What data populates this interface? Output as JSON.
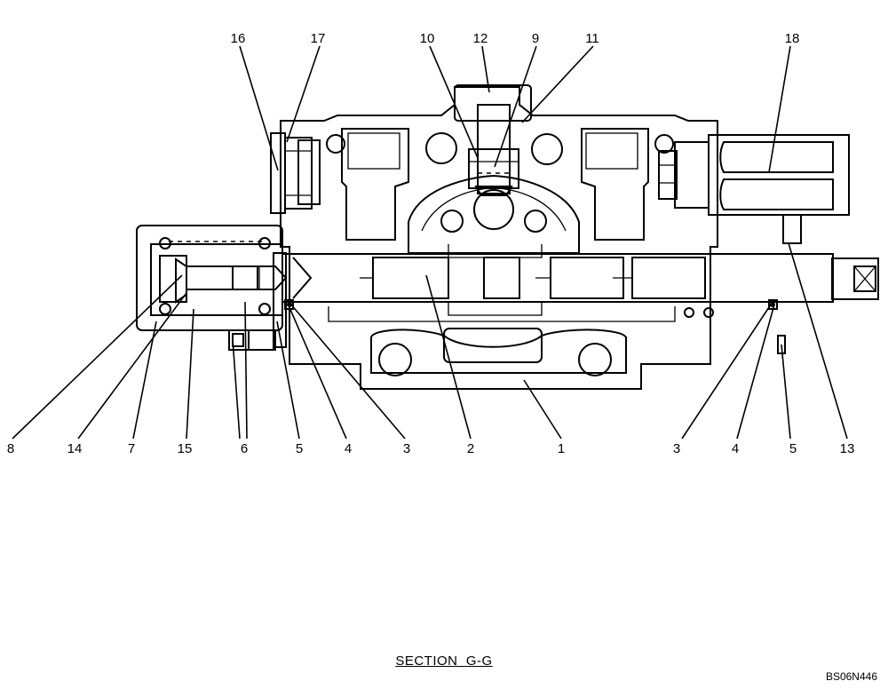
{
  "callouts": [
    {
      "id": "lbl-16",
      "text": "16"
    },
    {
      "id": "lbl-17",
      "text": "17"
    },
    {
      "id": "lbl-10",
      "text": "10"
    },
    {
      "id": "lbl-12",
      "text": "12"
    },
    {
      "id": "lbl-9",
      "text": "9"
    },
    {
      "id": "lbl-11",
      "text": "11"
    },
    {
      "id": "lbl-18",
      "text": "18"
    },
    {
      "id": "lbl-8",
      "text": "8"
    },
    {
      "id": "lbl-14",
      "text": "14"
    },
    {
      "id": "lbl-7",
      "text": "7"
    },
    {
      "id": "lbl-15",
      "text": "15"
    },
    {
      "id": "lbl-6",
      "text": "6"
    },
    {
      "id": "lbl-5a",
      "text": "5"
    },
    {
      "id": "lbl-4a",
      "text": "4"
    },
    {
      "id": "lbl-3a",
      "text": "3"
    },
    {
      "id": "lbl-2",
      "text": "2"
    },
    {
      "id": "lbl-1",
      "text": "1"
    },
    {
      "id": "lbl-3b",
      "text": "3"
    },
    {
      "id": "lbl-4b",
      "text": "4"
    },
    {
      "id": "lbl-5b",
      "text": "5"
    },
    {
      "id": "lbl-13",
      "text": "13"
    }
  ],
  "caption": "SECTION  G-G",
  "drawing_code": "BS06N446"
}
